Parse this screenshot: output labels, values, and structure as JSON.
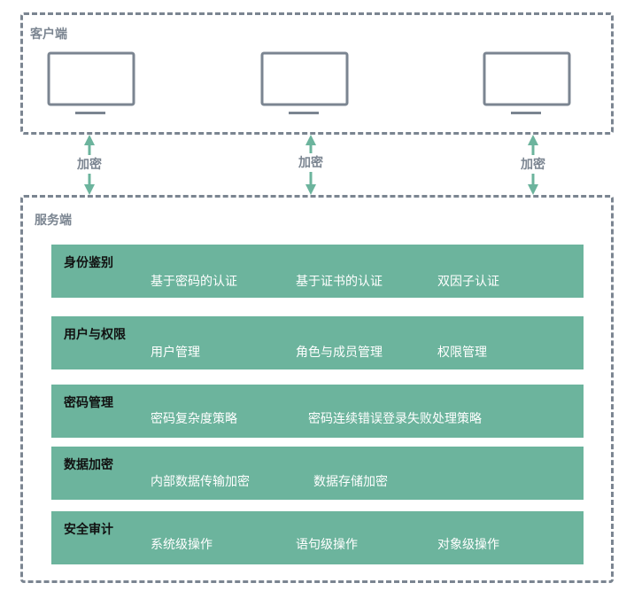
{
  "colors": {
    "border": "#7b8591",
    "band": "#6cb49d",
    "arrow": "#6cb49d",
    "band_text": "#ffffff",
    "band_title": "#111111"
  },
  "client": {
    "title": "客户端",
    "monitors": [
      "monitor-icon",
      "monitor-icon",
      "monitor-icon"
    ]
  },
  "links": [
    {
      "label": "加密",
      "icon": "double-arrow-icon"
    },
    {
      "label": "加密",
      "icon": "double-arrow-icon"
    },
    {
      "label": "加密",
      "icon": "double-arrow-icon"
    }
  ],
  "server": {
    "title": "服务端",
    "modules": [
      {
        "title": "身份鉴别",
        "items": [
          "基于密码的认证",
          "基于证书的认证",
          "双因子认证"
        ]
      },
      {
        "title": "用户与权限",
        "items": [
          "用户管理",
          "角色与成员管理",
          "权限管理"
        ]
      },
      {
        "title": "密码管理",
        "items": [
          "密码复杂度策略",
          "密码连续错误登录失败处理策略"
        ]
      },
      {
        "title": "数据加密",
        "items": [
          "内部数据传输加密",
          "数据存储加密"
        ]
      },
      {
        "title": "安全审计",
        "items": [
          "系统级操作",
          "语句级操作",
          "对象级操作"
        ]
      }
    ]
  }
}
